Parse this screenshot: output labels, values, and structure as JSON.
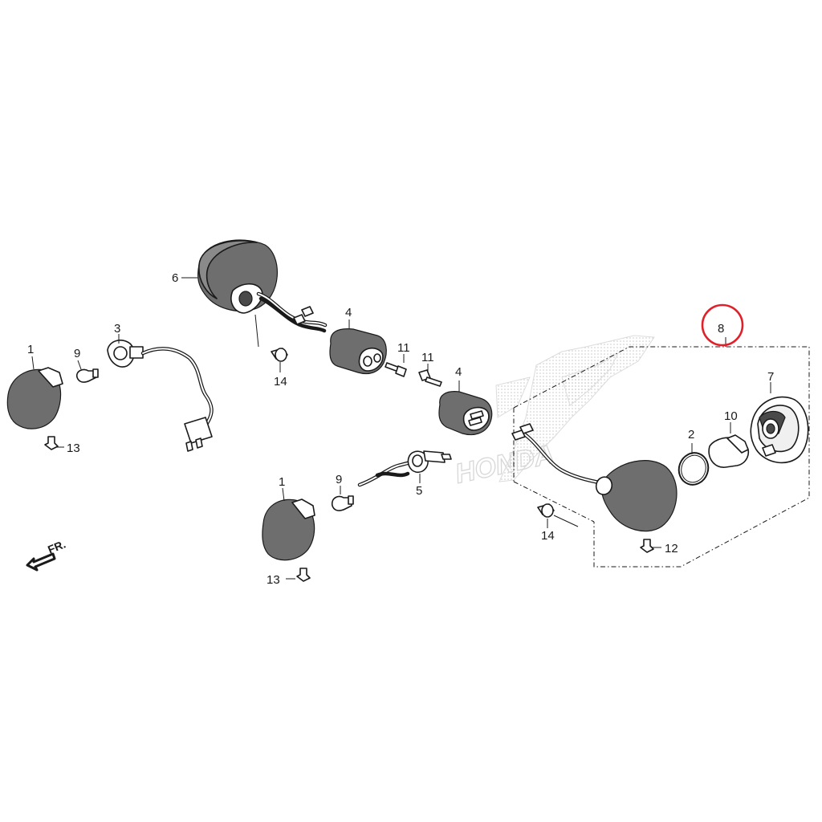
{
  "callouts": {
    "c1a": "1",
    "c1b": "1",
    "c2": "2",
    "c3": "3",
    "c4a": "4",
    "c4b": "4",
    "c5": "5",
    "c6": "6",
    "c7": "7",
    "c8": "8",
    "c9a": "9",
    "c9b": "9",
    "c10": "10",
    "c11a": "11",
    "c11b": "11",
    "c12": "12",
    "c13a": "13",
    "c13b": "13",
    "c14a": "14",
    "c14b": "14"
  },
  "direction_indicator": {
    "label": "FR."
  },
  "watermark": {
    "text": "HONDA"
  },
  "colors": {
    "highlight_circle": "#e0202a",
    "line": "#1a1a1a",
    "watermark": "#d7d7d7"
  }
}
